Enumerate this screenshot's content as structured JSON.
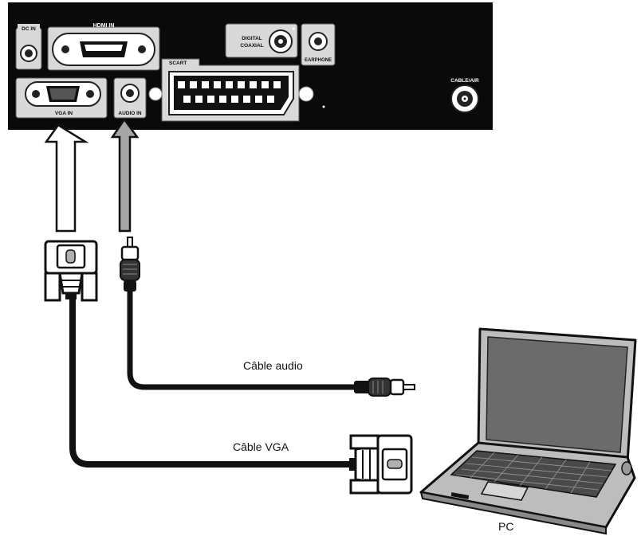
{
  "panel": {
    "ports": {
      "dc_in": "DC IN",
      "hdmi_in": "HDMI IN",
      "digital_coaxial_line1": "DIGITAL",
      "digital_coaxial_line2": "COAXIAL",
      "earphone": "EARPHONE",
      "scart": "SCART",
      "cable_air": "CABLE/AIR",
      "vga_in": "VGA IN",
      "audio_in": "AUDIO IN"
    }
  },
  "cables": {
    "audio_label": "Câble audio",
    "vga_label": "Câble VGA"
  },
  "device": {
    "label": "PC"
  },
  "colors": {
    "panel": "#0a0a0a",
    "port_plate": "#d9d9d9",
    "arrow_vga": "#ffffff",
    "arrow_audio": "#a6a6a6",
    "cable": "#111111",
    "laptop_body": "#bdbdbd",
    "laptop_screen": "#6b6b6b"
  }
}
